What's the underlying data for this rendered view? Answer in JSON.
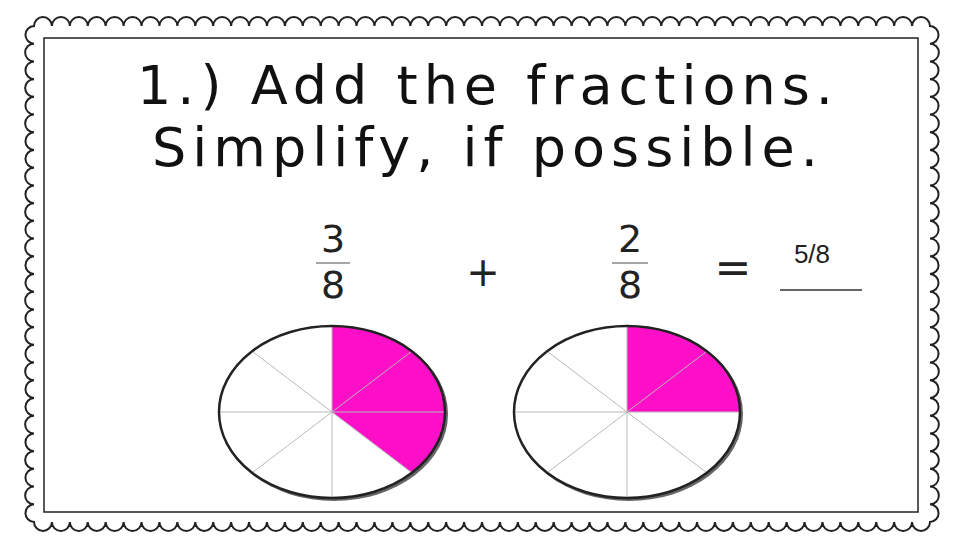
{
  "diagram": {
    "title": "1.) Add the fractions. Simplify, if possible.",
    "labels": [
      "3",
      "8",
      "+",
      "2",
      "8",
      "=",
      "5/8"
    ]
  }
}
